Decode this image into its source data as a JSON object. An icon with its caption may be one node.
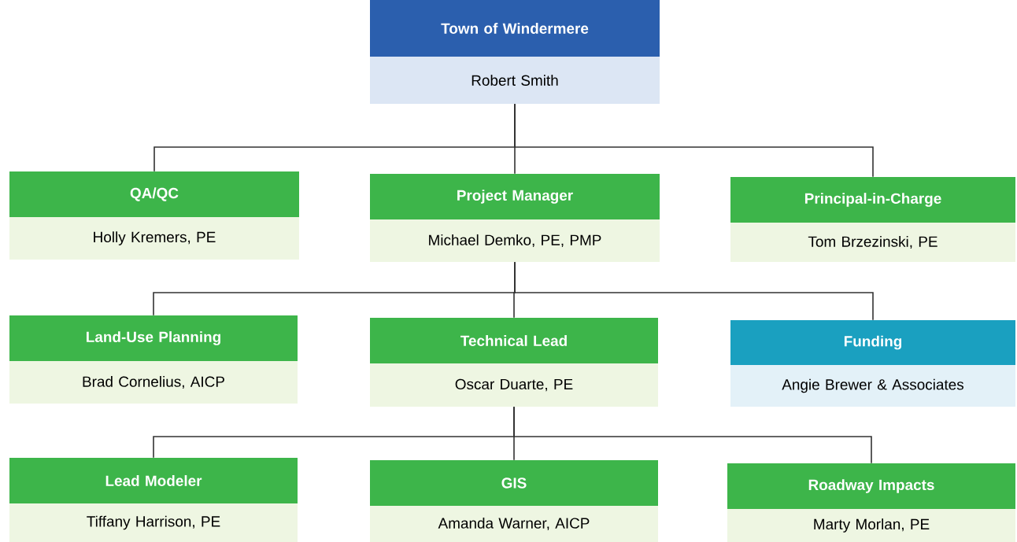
{
  "diagram": {
    "nodes": [
      {
        "text": [
          "Town of Windermere",
          "Robert Smith"
        ]
      },
      {
        "text": [
          "QA/QC",
          "Holly Kremers, PE"
        ]
      },
      {
        "text": [
          "Project Manager",
          "Michael Demko, PE, PMP"
        ]
      },
      {
        "text": [
          "Principal-in-Charge",
          "Tom Brzezinski, PE"
        ]
      },
      {
        "text": [
          "Land-Use Planning",
          "Brad Cornelius, AICP"
        ]
      },
      {
        "text": [
          "Technical Lead",
          "Oscar Duarte, PE"
        ]
      },
      {
        "text": [
          "Funding",
          "Angie Brewer & Associates"
        ]
      },
      {
        "text": [
          "Lead Modeler",
          "Tiffany Harrison, PE"
        ]
      },
      {
        "text": [
          "GIS",
          "Amanda Warner, AICP"
        ]
      },
      {
        "text": [
          "Roadway Impacts",
          "Marty Morlan, PE"
        ]
      }
    ],
    "edges": [
      {
        "from": 0,
        "to": 1,
        "arrow": "none"
      },
      {
        "from": 0,
        "to": 2,
        "arrow": "none"
      },
      {
        "from": 0,
        "to": 3,
        "arrow": "none"
      },
      {
        "from": 2,
        "to": 4,
        "arrow": "none"
      },
      {
        "from": 2,
        "to": 5,
        "arrow": "none"
      },
      {
        "from": 2,
        "to": 6,
        "arrow": "none"
      },
      {
        "from": 5,
        "to": 7,
        "arrow": "none"
      },
      {
        "from": 5,
        "to": 8,
        "arrow": "none"
      },
      {
        "from": 5,
        "to": 9,
        "arrow": "none"
      }
    ]
  }
}
